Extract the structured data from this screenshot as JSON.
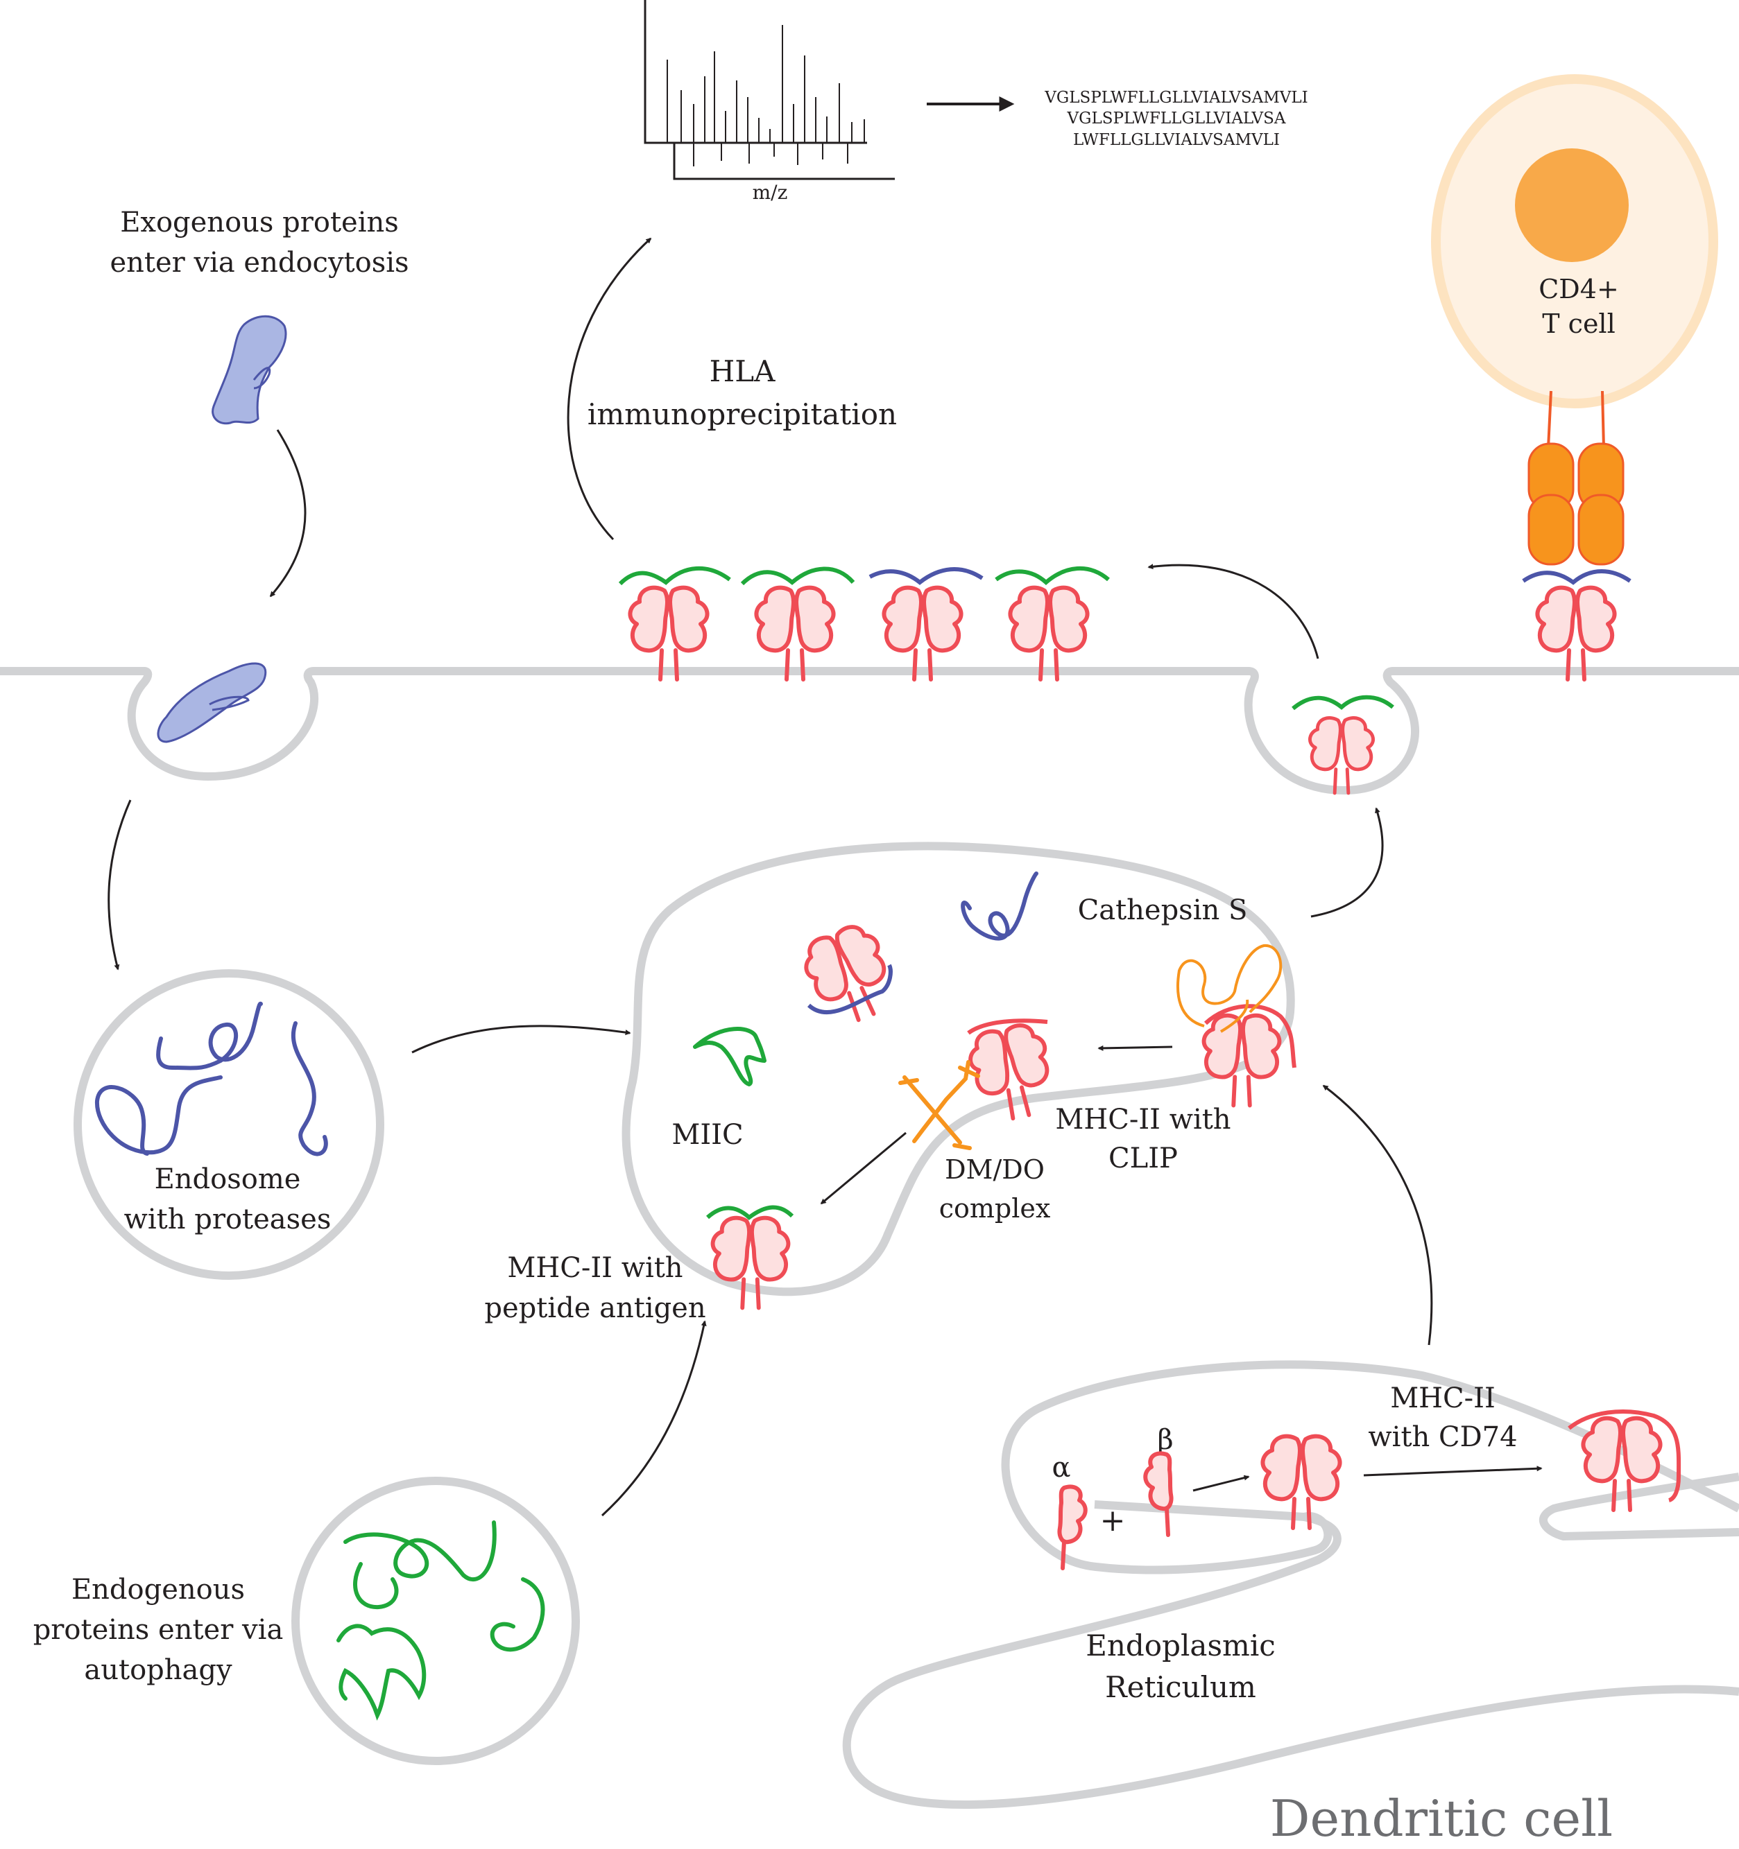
{
  "colors": {
    "membrane": "#d1d2d4",
    "mhc_stroke": "#ef4c55",
    "mhc_fill": "#fde0e0",
    "green_peptide": "#1fa83a",
    "blue_peptide": "#4c55a8",
    "exogenous_protein": "#aab6e3",
    "dm_do": "#f7941d",
    "tcell_outer": "#fdebd3",
    "tcell_nucleus": "#f8a949",
    "tcr": "#f7941d",
    "dc_label": "#6d6e71"
  },
  "labels": {
    "mz_axis": "m/z",
    "seq1": "VGLSPLWFLLGLLVIALVSAMVLI",
    "seq2": "VGLSPLWFLLGLLVIALVSA",
    "seq3": "LWFLLGLLVIALVSAMVLI",
    "exo_line1": "Exogenous proteins",
    "exo_line2": "enter via endocytosis",
    "hla_line1": "HLA",
    "hla_line2": "immunoprecipitation",
    "tcell_line1": "CD4+",
    "tcell_line2": "T cell",
    "cathepsin": "Cathepsin S",
    "miic": "MIIC",
    "clip_line1": "MHC-II with",
    "clip_line2": "CLIP",
    "dmdo_line1": "DM/DO",
    "dmdo_line2": "complex",
    "endosome_line1": "Endosome",
    "endosome_line2": "with proteases",
    "pep_line1": "MHC-II with",
    "pep_line2": "peptide antigen",
    "cd74_line1": "MHC-II",
    "cd74_line2": "with CD74",
    "alpha": "α",
    "beta": "β",
    "plus": "+",
    "endo_line1": "Endogenous",
    "endo_line2": "proteins enter via",
    "endo_line3": "autophagy",
    "er_line1": "Endoplasmic",
    "er_line2": "Reticulum",
    "dendritic_cell": "Dendritic cell"
  }
}
